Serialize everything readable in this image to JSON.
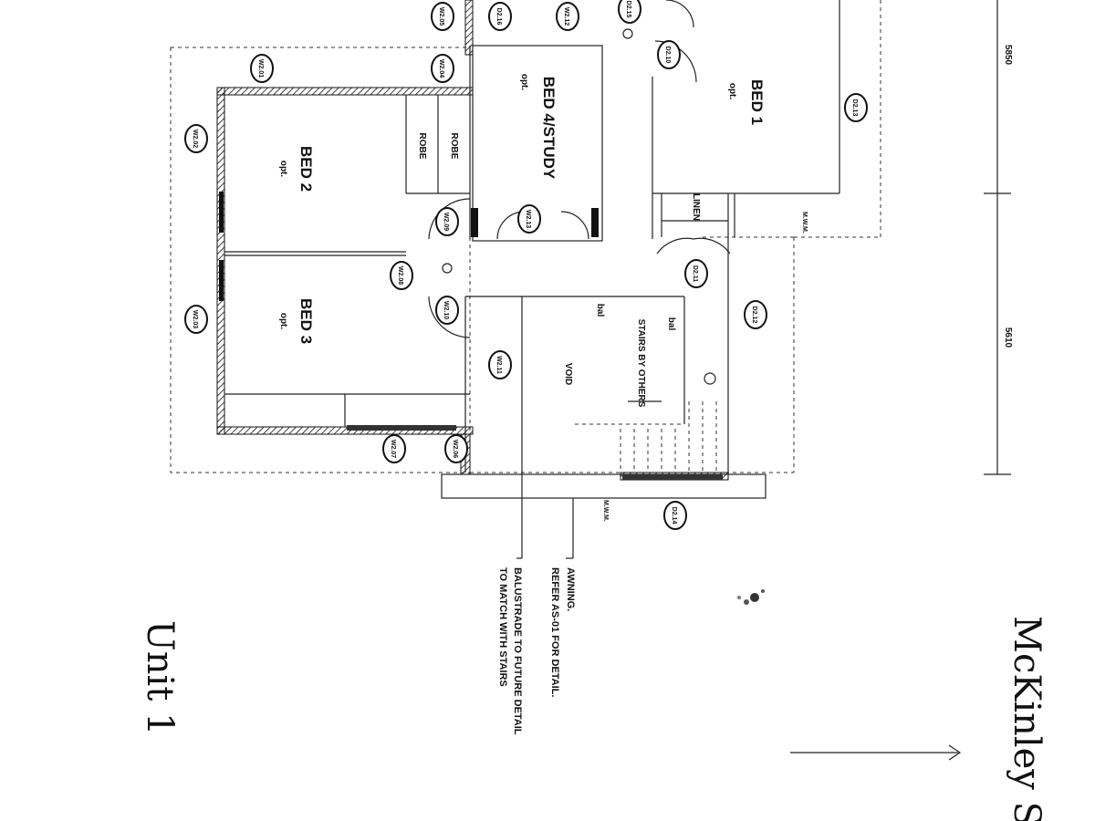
{
  "plan": {
    "rooms": {
      "bed2": "BED 2",
      "bed3": "BED 3",
      "bed4": "BED 4/STUDY",
      "bed1": "BED 1",
      "opt": "opt.",
      "robe": "ROBE",
      "linen": "LINEN",
      "void": "VOID",
      "stairs": "STAIRS BY\nOTHERS",
      "bal": "bal"
    },
    "tags": [
      "W2.01",
      "W2.02",
      "W2.03",
      "W2.04",
      "W2.05",
      "W2.06",
      "W2.07",
      "W2.08",
      "W2.09",
      "W2.10",
      "W2.11",
      "W2.12",
      "W2.13",
      "D2.10",
      "D2.11",
      "D2.12",
      "D2.13",
      "D2.14",
      "D2.15",
      "D2.16"
    ],
    "dims": [
      "5850",
      "5610"
    ],
    "notes": {
      "awning_1": "AWNING.",
      "awning_2": "REFER AS-01 FOR DETAIL.",
      "balustrade_1": "BALUSTRADE TO FUTURE DETAIL",
      "balustrade_2": "TO MATCH WITH STAIRS",
      "mwm": "M.W.M."
    },
    "handwritten": {
      "unit": "Unit 1",
      "street": "McKinley St"
    }
  }
}
